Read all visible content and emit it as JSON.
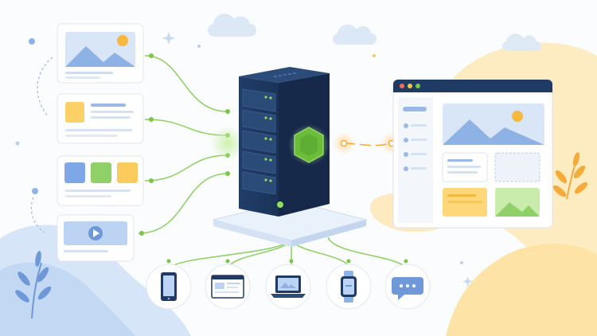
{
  "palette": {
    "server_body": "#1f3a63",
    "server_dark": "#16294a",
    "accent_green": "#7cc44a",
    "connector_green": "#8ccf5e",
    "connector_orange": "#f3a93a",
    "hex_green": "#6cbd3c",
    "card_bg": "#ffffff",
    "card_border": "#dfe6ef",
    "light_blue": "#a9c6ec",
    "soft_yellow": "#fbd67a",
    "soft_green": "#8fd069",
    "blob_blue": "#cfe0f6",
    "blob_yellow": "#fde9b8"
  },
  "content_cards": [
    {
      "kind": "image-card",
      "icon": "mountain-image-icon"
    },
    {
      "kind": "article-card",
      "icon": "article-icon"
    },
    {
      "kind": "tiles-card",
      "icon": "color-tiles-icon"
    },
    {
      "kind": "video-card",
      "icon": "play-icon"
    }
  ],
  "devices": [
    {
      "icon": "smartphone-icon"
    },
    {
      "icon": "browser-window-icon"
    },
    {
      "icon": "laptop-icon"
    },
    {
      "icon": "smartwatch-icon"
    },
    {
      "icon": "chat-bubble-icon"
    }
  ],
  "browser_window": {
    "icon": "website-preview-icon"
  },
  "server": {
    "icon": "server-rack-icon",
    "badge": "hexagon-badge-icon"
  }
}
